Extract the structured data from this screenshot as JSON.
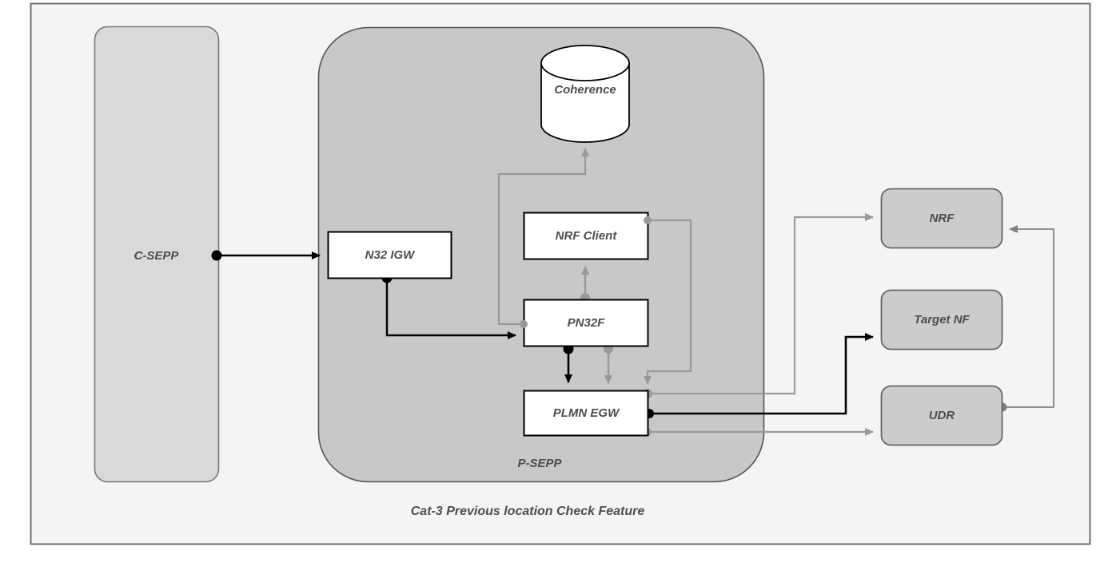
{
  "diagram": {
    "caption": "Cat-3 Previous location Check Feature",
    "colors": {
      "outer_frame_fill": "#f4f4f4",
      "outer_frame_stroke": "#666666",
      "csepp_fill": "#d9d9d9",
      "psepp_fill": "#c8c8c8",
      "node_fill": "#ffffff",
      "node_stroke": "#000000",
      "ext_fill": "#cccccc",
      "ext_stroke": "#666666",
      "text": "#4d4d4d",
      "flow_black": "#000000",
      "flow_gray": "#999999",
      "thin_gray": "#808080"
    }
  },
  "groups": {
    "csepp": {
      "label": "C-SEPP"
    },
    "psepp": {
      "label": "P-SEPP"
    }
  },
  "nodes": [
    {
      "id": "n32igw",
      "label": "N32 IGW",
      "kind": "process"
    },
    {
      "id": "nrfclient",
      "label": "NRF Client",
      "kind": "process"
    },
    {
      "id": "pn32f",
      "label": "PN32F",
      "kind": "process"
    },
    {
      "id": "plmnegw",
      "label": "PLMN EGW",
      "kind": "process"
    },
    {
      "id": "coherence",
      "label": "Coherence",
      "kind": "datastore"
    },
    {
      "id": "nrf",
      "label": "NRF",
      "kind": "external"
    },
    {
      "id": "targetnf",
      "label": "Target NF",
      "kind": "external"
    },
    {
      "id": "udr",
      "label": "UDR",
      "kind": "external"
    }
  ],
  "edges": [
    {
      "from": "csepp",
      "to": "n32igw",
      "style": "black"
    },
    {
      "from": "n32igw",
      "to": "pn32f",
      "style": "black"
    },
    {
      "from": "pn32f",
      "to": "coherence",
      "style": "gray"
    },
    {
      "from": "pn32f",
      "to": "nrfclient",
      "style": "gray"
    },
    {
      "from": "pn32f",
      "to": "plmnegw",
      "style": "black"
    },
    {
      "from": "pn32f",
      "to": "plmnegw",
      "style": "gray"
    },
    {
      "from": "nrfclient",
      "to": "plmnegw",
      "style": "gray"
    },
    {
      "from": "plmnegw",
      "to": "nrf",
      "style": "gray"
    },
    {
      "from": "plmnegw",
      "to": "targetnf",
      "style": "black"
    },
    {
      "from": "plmnegw",
      "to": "udr",
      "style": "gray"
    },
    {
      "from": "udr",
      "to": "nrf",
      "style": "gray"
    }
  ]
}
